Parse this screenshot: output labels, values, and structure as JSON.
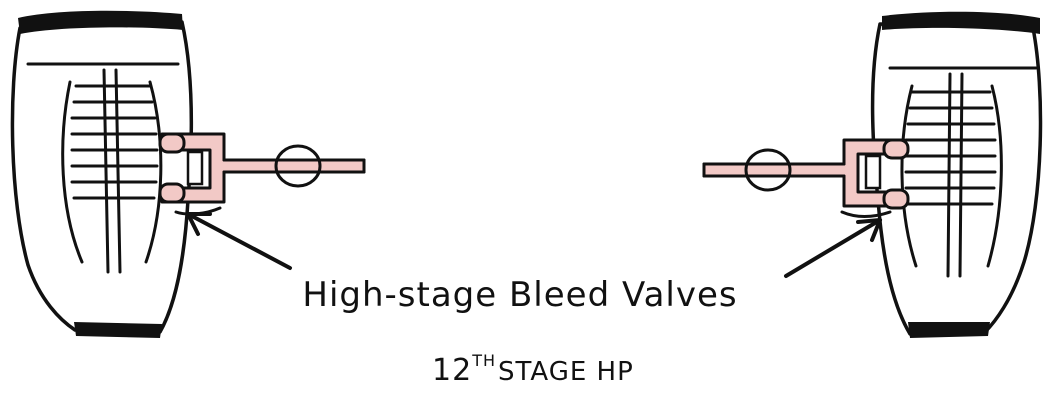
{
  "diagram": {
    "labels": {
      "main": "High-stage Bleed Valves",
      "sub_number": "12",
      "sub_superscript": "TH",
      "sub_rest": "STAGE HP"
    },
    "engines": [
      {
        "name": "left engine",
        "valve": "bleed valve"
      },
      {
        "name": "right engine",
        "valve": "bleed valve"
      }
    ],
    "colors": {
      "ink": "#111111",
      "duct_fill": "#f2c9c6",
      "duct_line": "#e7aaa6",
      "background": "#ffffff"
    }
  }
}
